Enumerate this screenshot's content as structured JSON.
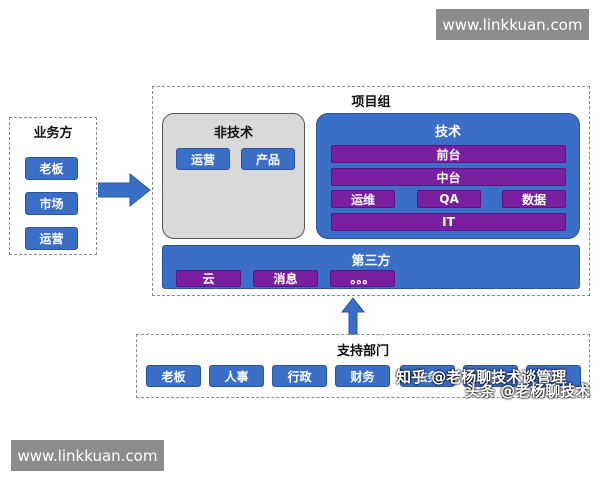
{
  "watermarks": {
    "top": "www.linkkuan.com",
    "bottom": "www.linkkuan.com"
  },
  "business": {
    "title": "业务方",
    "items": [
      "老板",
      "市场",
      "运营"
    ]
  },
  "project": {
    "title": "项目组",
    "non_tech": {
      "title": "非技术",
      "items": [
        "运营",
        "产品"
      ]
    },
    "tech": {
      "title": "技术",
      "front": "前台",
      "middle": "中台",
      "row3": [
        "运维",
        "QA",
        "数据"
      ],
      "it": "IT"
    },
    "third_party": {
      "title": "第三方",
      "items": [
        "云",
        "消息",
        "。。。"
      ]
    }
  },
  "support": {
    "title": "支持部门",
    "items": [
      "老板",
      "人事",
      "行政",
      "财务",
      "法务",
      "采购",
      "资管"
    ]
  },
  "overlay": {
    "line1": "知乎 @老杨聊技术谈管理",
    "line2": "头条 @老杨聊技术"
  },
  "colors": {
    "blue": "#3b6ec6",
    "purple": "#7a1fa0",
    "gray_panel": "#d9d9d9"
  }
}
